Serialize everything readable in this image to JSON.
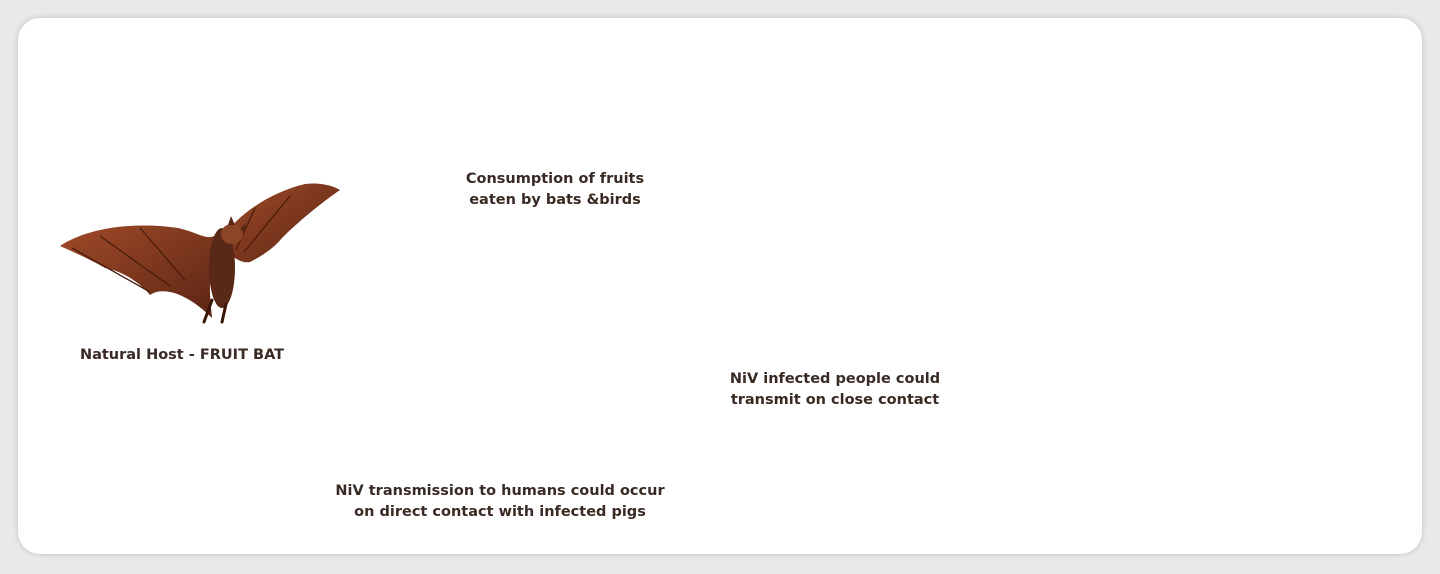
{
  "labels": {
    "bat": "Natural Host - FRUIT BAT",
    "fruit_line1": "Consumption of fruits",
    "fruit_line2": "eaten by bats &birds",
    "pig_line1": "NiV transmission to humans could occur",
    "pig_line2": "on direct contact with infected pigs",
    "person_line1": "NiV infected people could",
    "person_line2": "transmit on close contact"
  },
  "icons": {
    "bat": "fruit-bat-icon",
    "apple": "apple-icon",
    "pig": "pig-icon",
    "infected_person": "infected-person-icon",
    "family": "family-group-icon",
    "arrow": "arrow-icon"
  },
  "colors": {
    "text": "#3a2a24",
    "arrow": "#111111",
    "bat": "#7a3a22",
    "apple": "#c8141b",
    "pig": "#c98656"
  }
}
